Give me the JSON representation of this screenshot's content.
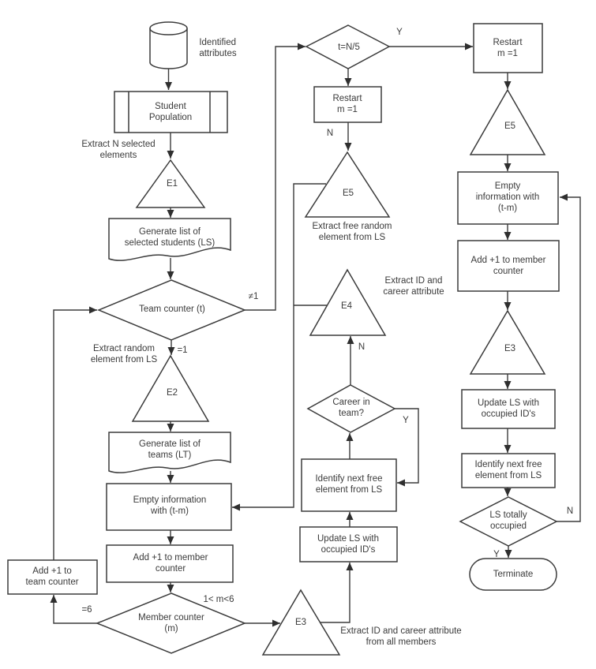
{
  "diagram": {
    "colors": {
      "line": "#3b3b3b",
      "text": "#3a3a3a",
      "background": "#ffffff"
    },
    "labels": {
      "identified_attributes": "Identified\nattributes",
      "student_population": "Student\nPopulation",
      "extract_n_selected": "Extract N selected\nelements",
      "e1": "E1",
      "generate_ls": "Generate list of\nselected students (LS)",
      "team_counter": "Team counter (t)",
      "neq1": "≠1",
      "eq1": "=1",
      "extract_random": "Extract random\nelement from LS",
      "e2": "E2",
      "generate_lt": "Generate list of\nteams (LT)",
      "empty_info_left": "Empty information\nwith  (t-m)",
      "add_member_left": "Add +1 to member\ncounter",
      "member_counter": "Member counter\n(m)",
      "eq6": "=6",
      "m_range": "1< m<6",
      "add_team_counter": "Add +1 to\nteam counter",
      "t_n5": "t=N/5",
      "y_top": "Y",
      "restart_mid": "Restart\nm =1",
      "n_mid": "N",
      "e5_mid": "E5",
      "extract_free_random": "Extract free random\nelement from LS",
      "e4": "E4",
      "extract_id_career": "Extract ID and\ncareer attribute",
      "n_e4": "N",
      "career_in_team": "Career in\nteam?",
      "y_career": "Y",
      "identify_mid": "Identify next free\nelement from LS",
      "update_mid": "Update LS with\noccupied ID's",
      "e3_mid": "E3",
      "extract_id_all_members": "Extract ID and career attribute\nfrom all members",
      "restart_right": "Restart\nm =1",
      "e5_right": "E5",
      "empty_info_right": "Empty\ninformation with\n(t-m)",
      "add_member_right": "Add +1 to member\ncounter",
      "e3_right": "E3",
      "update_right": "Update LS with\noccupied ID's",
      "identify_right": "Identify next free\nelement from LS",
      "ls_occupied": "LS totally\noccupied",
      "n_right": "N",
      "y_right": "Y",
      "terminate": "Terminate"
    }
  }
}
